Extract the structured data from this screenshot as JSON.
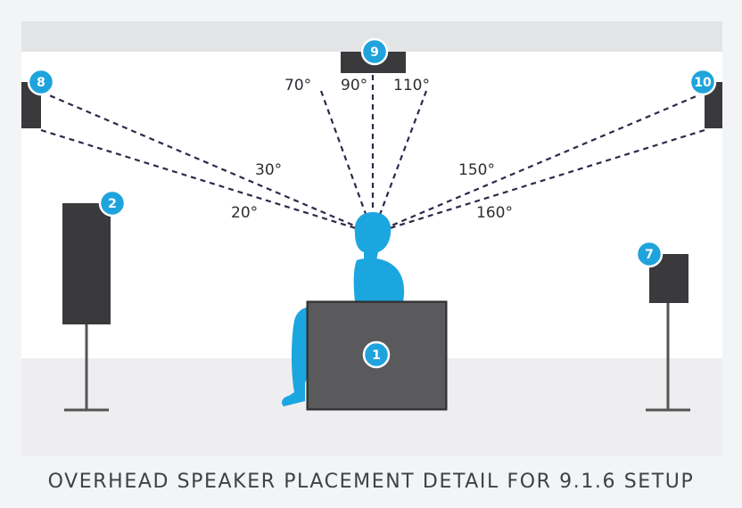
{
  "caption": "OVERHEAD SPEAKER PLACEMENT DETAIL FOR 9.1.6 SETUP",
  "speakers": [
    {
      "id": "1",
      "label": "1"
    },
    {
      "id": "2",
      "label": "2"
    },
    {
      "id": "7",
      "label": "7"
    },
    {
      "id": "8",
      "label": "8"
    },
    {
      "id": "9",
      "label": "9"
    },
    {
      "id": "10",
      "label": "10"
    }
  ],
  "angles": {
    "a20": "20°",
    "a30": "30°",
    "a70": "70°",
    "a90": "90°",
    "a110": "110°",
    "a150": "150°",
    "a160": "160°"
  },
  "colors": {
    "badge": "#1fa3dc",
    "listener": "#1ca6e0",
    "speaker": "#3a3a3c",
    "ceiling": "#e3e4e6",
    "wall": "#ffffff",
    "floor": "#eeeef0",
    "lines": "#2b2a4a"
  }
}
